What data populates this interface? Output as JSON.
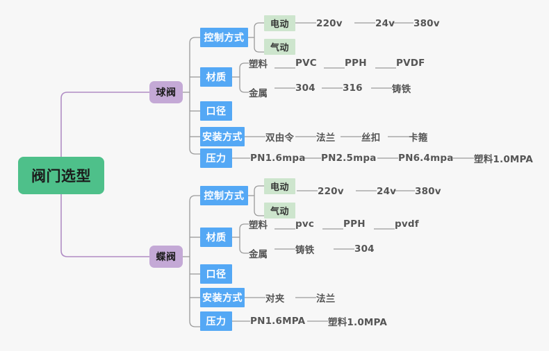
{
  "meta": {
    "background_color": "#f7f7f7",
    "root_color": "#4ec08a",
    "branch_color": "#c4a9d6",
    "category_color": "#54a8f5",
    "mode_color": "#cde5cd",
    "wire_color": "#9a9a9a",
    "root_wire_color": "#b08cc4"
  },
  "root": {
    "label": "阀门选型"
  },
  "branches": [
    {
      "label": "球阀",
      "categories": [
        {
          "label": "控制方式",
          "modes": [
            {
              "label": "电动",
              "leaves": [
                "220v",
                "24v",
                "380v"
              ]
            },
            {
              "label": "气动",
              "leaves": []
            }
          ]
        },
        {
          "label": "材质",
          "groups": [
            {
              "label": "塑料",
              "leaves": [
                "PVC",
                "PPH",
                "PVDF"
              ]
            },
            {
              "label": "金属",
              "leaves": [
                "304",
                "316",
                "铸铁"
              ]
            }
          ]
        },
        {
          "label": "口径",
          "leaves": []
        },
        {
          "label": "安装方式",
          "leaves": [
            "双由令",
            "法兰",
            "丝扣",
            "卡箍"
          ]
        },
        {
          "label": "压力",
          "leaves": [
            "PN1.6mpa",
            "PN2.5mpa",
            "PN6.4mpa",
            "塑料1.0MPA"
          ]
        }
      ]
    },
    {
      "label": "蝶阀",
      "categories": [
        {
          "label": "控制方式",
          "modes": [
            {
              "label": "电动",
              "leaves": [
                "220v",
                "24v",
                "380v"
              ]
            },
            {
              "label": "气动",
              "leaves": []
            }
          ]
        },
        {
          "label": "材质",
          "groups": [
            {
              "label": "塑料",
              "leaves": [
                "pvc",
                "PPH",
                "pvdf"
              ]
            },
            {
              "label": "金属",
              "leaves": [
                "铸铁",
                "304"
              ]
            }
          ]
        },
        {
          "label": "口径",
          "leaves": []
        },
        {
          "label": "安装方式",
          "leaves": [
            "对夹",
            "法兰"
          ]
        },
        {
          "label": "压力",
          "leaves": [
            "PN1.6MPA",
            "塑料1.0MPA"
          ]
        }
      ]
    }
  ]
}
